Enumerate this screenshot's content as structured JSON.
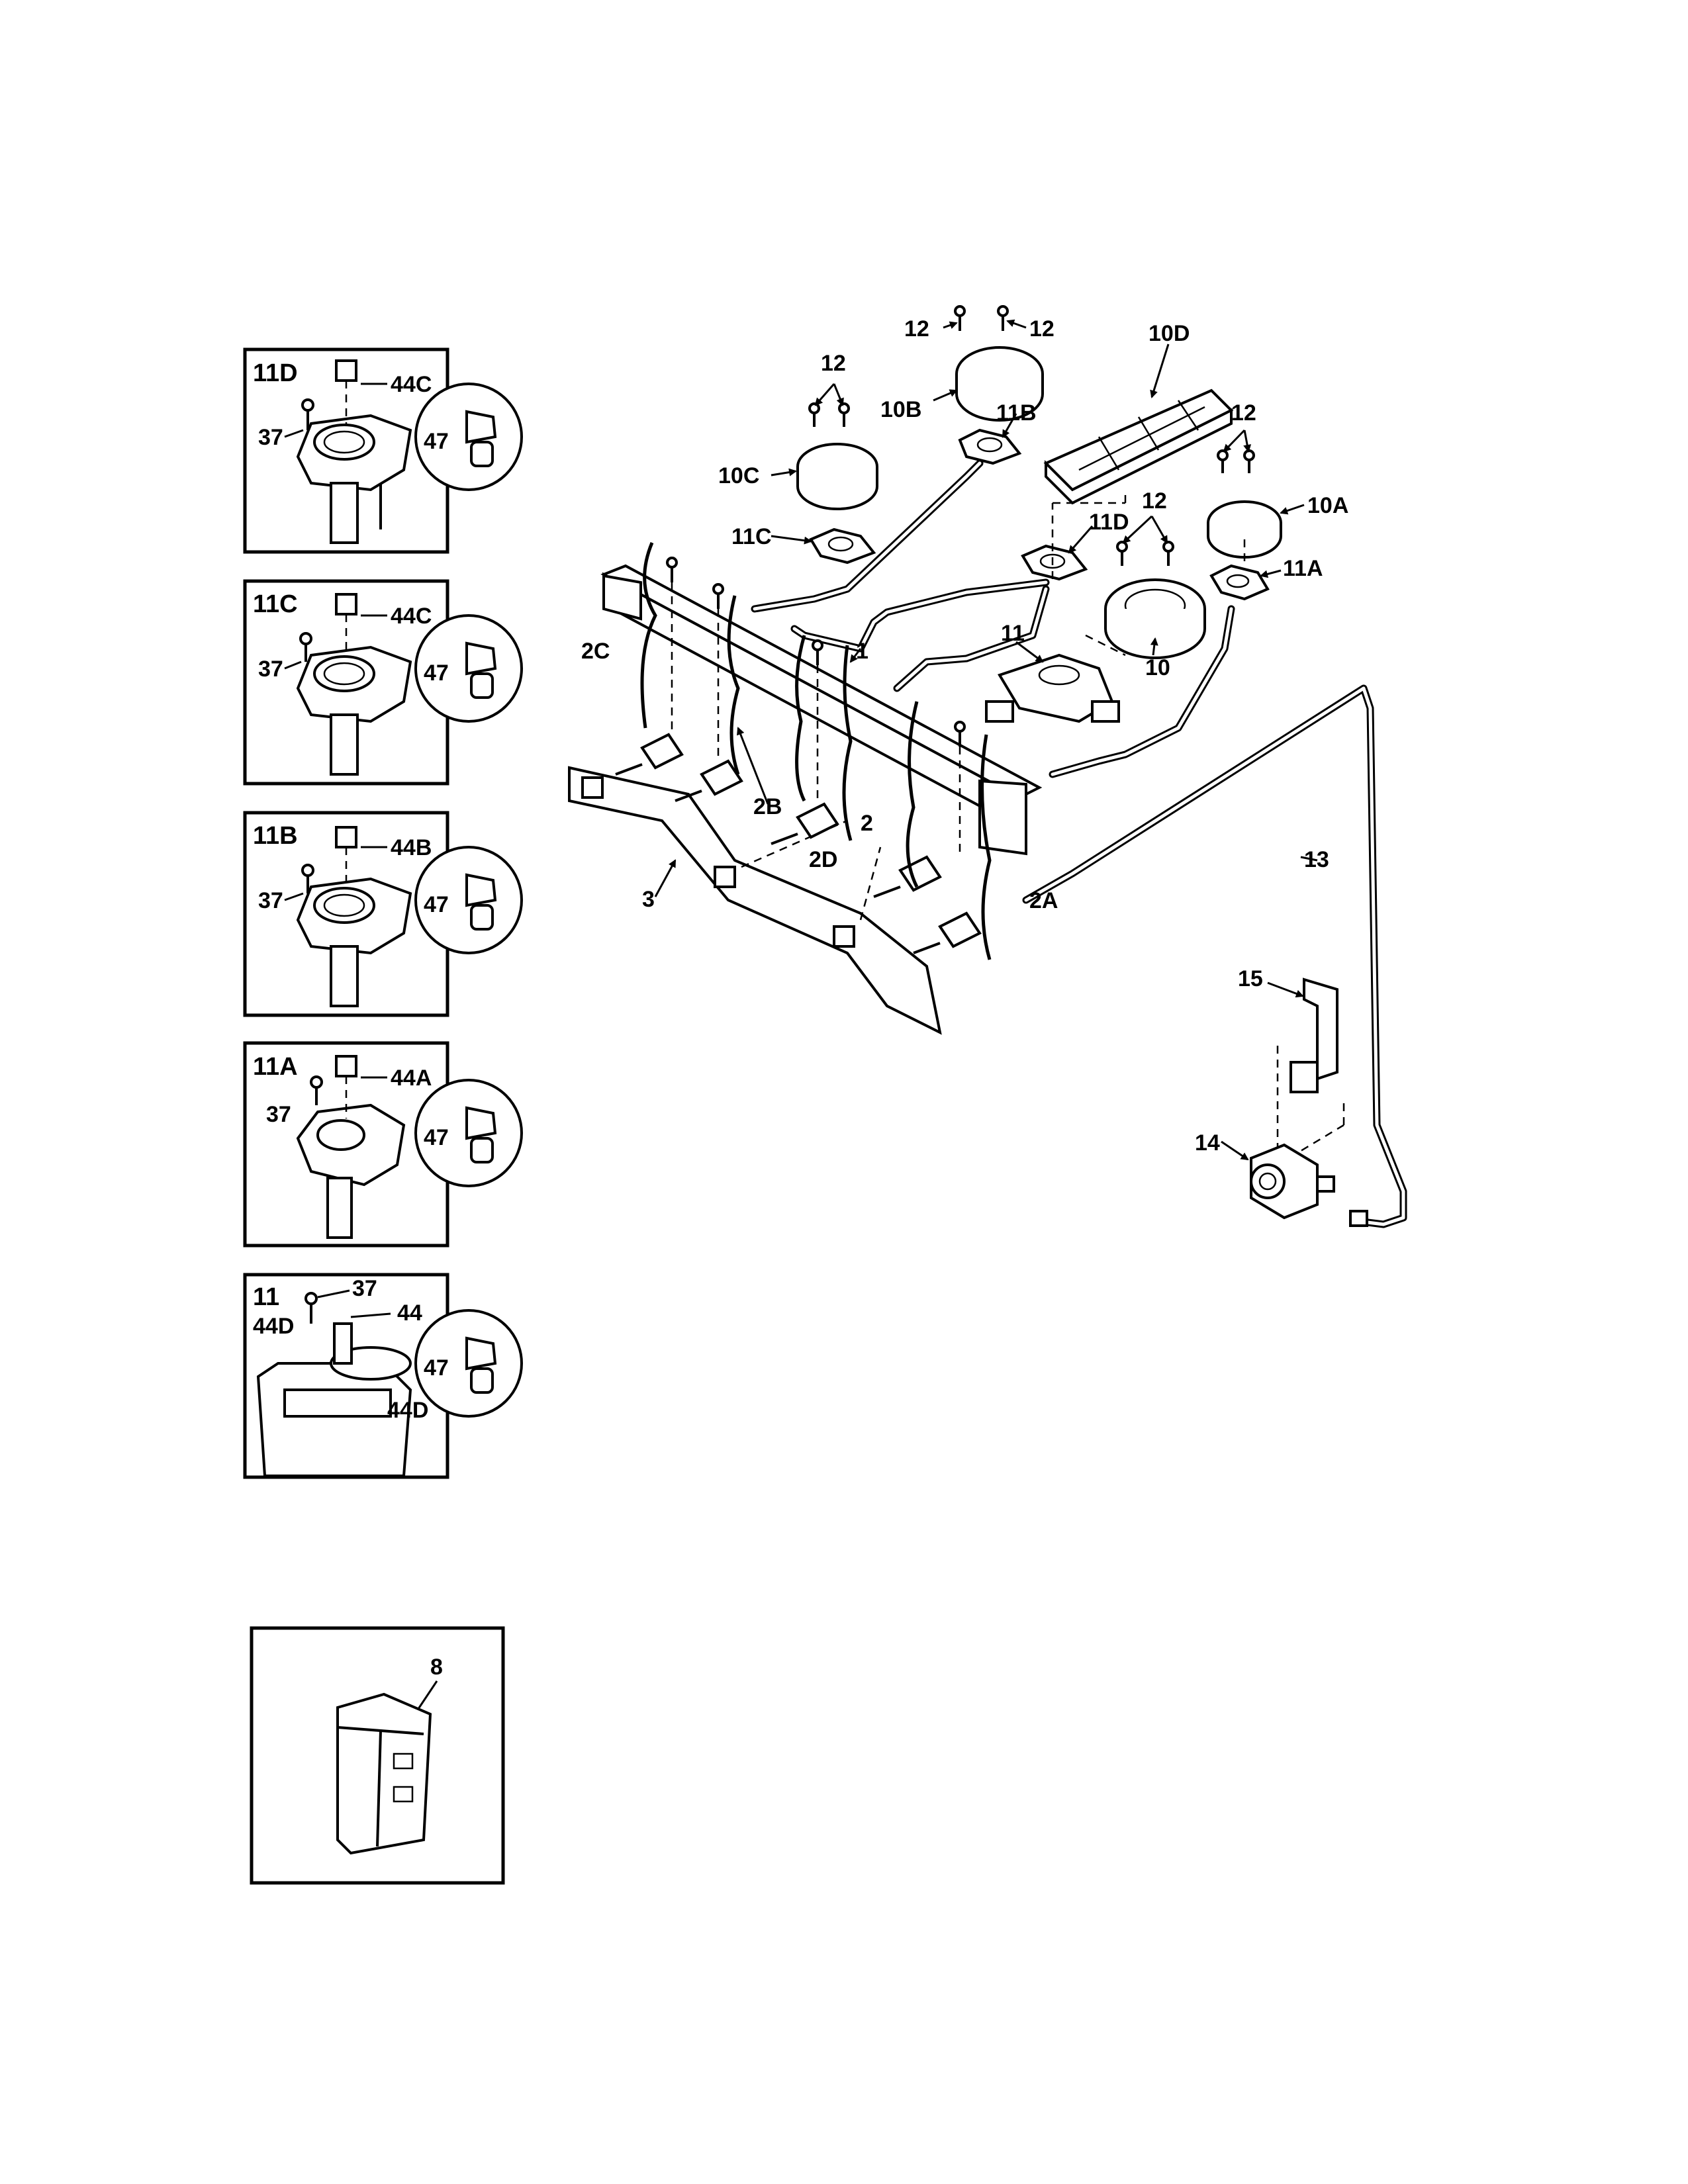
{
  "insets": [
    {
      "title": "11D",
      "labels": [
        "44C",
        "37",
        "47"
      ]
    },
    {
      "title": "11C",
      "labels": [
        "44C",
        "37",
        "47"
      ]
    },
    {
      "title": "11B",
      "labels": [
        "44B",
        "37",
        "47"
      ]
    },
    {
      "title": "11A",
      "labels": [
        "44A",
        "37",
        "47"
      ]
    },
    {
      "title": "11",
      "labels": [
        "37",
        "44",
        "44D",
        "44D",
        "47"
      ]
    }
  ],
  "igniter_inset": {
    "label": "8"
  },
  "callouts": {
    "c12a": "12",
    "c12b": "12",
    "c10d": "10D",
    "c10b": "10B",
    "c11b": "11B",
    "c12c": "12",
    "c10c": "10C",
    "c11c": "11C",
    "c12d": "12",
    "c10a": "10A",
    "c12e": "12",
    "c11d": "11D",
    "c11a": "11A",
    "c11": "11",
    "c10": "10",
    "c2c": "2C",
    "c1": "1",
    "c2b": "2B",
    "c2d": "2D",
    "c2": "2",
    "c3": "3",
    "c2a": "2A",
    "c13": "13",
    "c15": "15",
    "c14": "14"
  }
}
